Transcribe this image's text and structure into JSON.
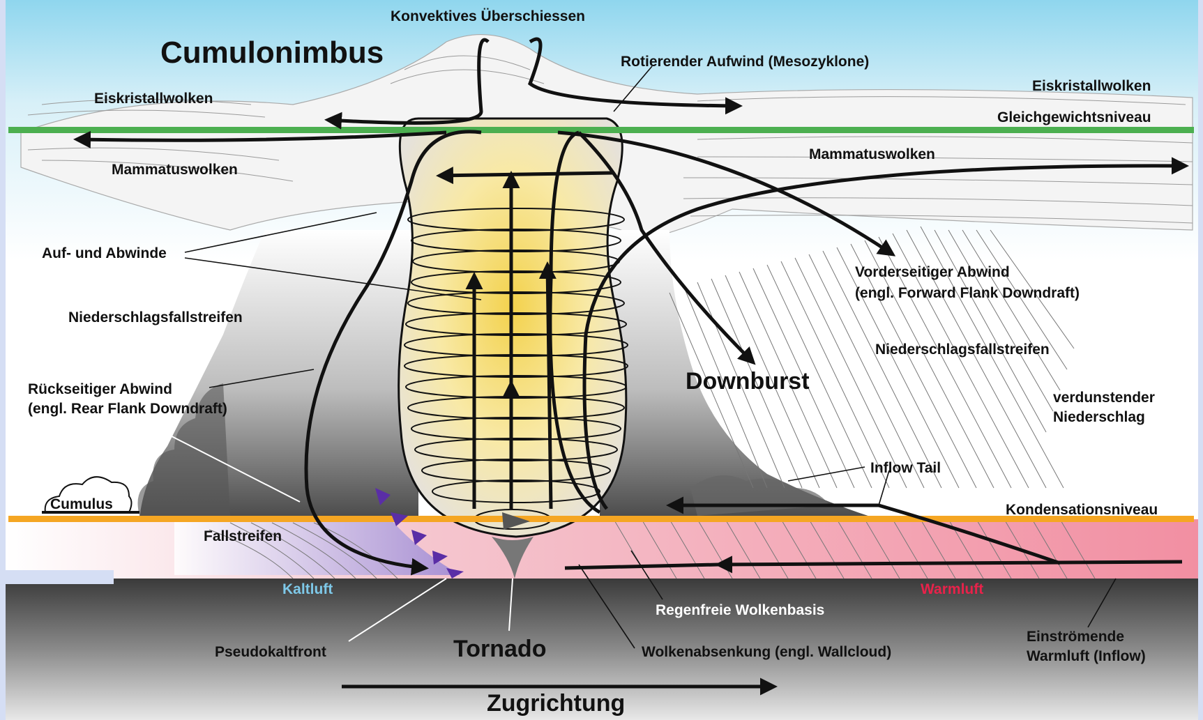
{
  "title": "Cumulonimbus",
  "labels": {
    "overshoot": "Konvektives Überschiessen",
    "mesocyclone": "Rotierender Aufwind (Mesozyklone)",
    "ice_left": "Eiskristallwolken",
    "ice_right": "Eiskristallwolken",
    "equilibrium": "Gleichgewichtsniveau",
    "mammatus_left": "Mammatuswolken",
    "mammatus_right": "Mammatuswolken",
    "updrafts": "Auf- und Abwinde",
    "ffd_line1": "Vorderseitiger Abwind",
    "ffd_line2": "(engl. Forward Flank Downdraft)",
    "precip_left": "Niederschlagsfallstreifen",
    "precip_right": "Niederschlagsfallstreifen",
    "downburst": "Downburst",
    "rfd_line1": "Rückseitiger Abwind",
    "rfd_line2": "(engl. Rear Flank Downdraft)",
    "evap_line1": "verdunstender",
    "evap_line2": "Niederschlag",
    "inflow_tail": "Inflow Tail",
    "cumulus": "Cumulus",
    "condensation": "Kondensationsniveau",
    "fallstreifen": "Fallstreifen",
    "kaltluft": "Kaltluft",
    "warmluft": "Warmluft",
    "rainfree_base": "Regenfreie Wolkenbasis",
    "pseudo_front": "Pseudokaltfront",
    "tornado": "Tornado",
    "wallcloud": "Wolkenabsenkung (engl. Wallcloud)",
    "inflow_line1": "Einströmende",
    "inflow_line2": "Warmluft (Inflow)",
    "direction": "Zugrichtung"
  },
  "colors": {
    "equilibrium_line": "#4caf50",
    "condensation_line": "#f5a623",
    "kaltluft_text": "#7ec8e8",
    "warmluft_text": "#e8224a",
    "cold_front_marks": "#5a2ea6"
  }
}
